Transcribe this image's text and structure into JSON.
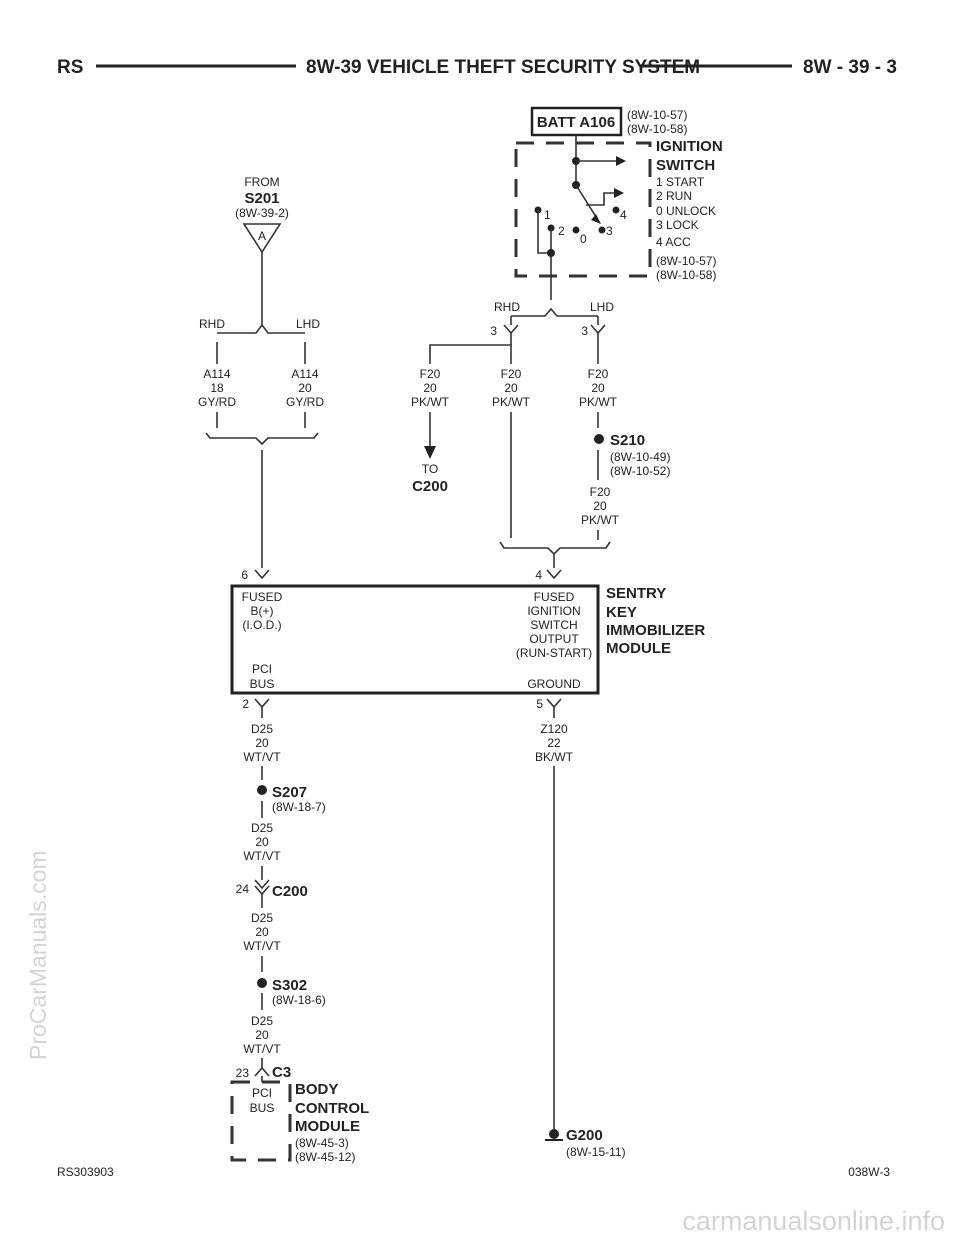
{
  "header": {
    "left": "RS",
    "title": "8W-39 VEHICLE THEFT SECURITY SYSTEM",
    "right": "8W - 39 - 3"
  },
  "footer": {
    "left": "RS303903",
    "right": "038W-3"
  },
  "watermarks": {
    "side": "ProCarManuals.com",
    "bottom": "carmanualsonline.info"
  },
  "s201": {
    "from": "FROM",
    "name": "S201",
    "ref": "(8W-39-2)",
    "tri": "A"
  },
  "left_branch": {
    "rhd": "RHD",
    "lhd": "LHD",
    "w1": [
      "A114",
      "18",
      "GY/RD"
    ],
    "w2": [
      "A114",
      "20",
      "GY/RD"
    ]
  },
  "ignition": {
    "batt": "BATT A106",
    "refs_top": [
      "(8W-10-57)",
      "(8W-10-58)"
    ],
    "title": [
      "IGNITION",
      "SWITCH"
    ],
    "positions": [
      "1 START",
      "2 RUN",
      "0 UNLOCK",
      "3 LOCK",
      "4 ACC"
    ],
    "refs_bottom": [
      "(8W-10-57)",
      "(8W-10-58)"
    ],
    "pos_labels": [
      "1",
      "2",
      "0",
      "3",
      "4"
    ]
  },
  "right_branch": {
    "rhd": "RHD",
    "lhd": "LHD",
    "pin_r": "3",
    "pin_l": "3",
    "w_c200": [
      "F20",
      "20",
      "PK/WT"
    ],
    "w_mid": [
      "F20",
      "20",
      "PK/WT"
    ],
    "w_right": [
      "F20",
      "20",
      "PK/WT"
    ],
    "to": "TO",
    "to_name": "C200",
    "s210": "S210",
    "s210_refs": [
      "(8W-10-49)",
      "(8W-10-52)"
    ],
    "w_after": [
      "F20",
      "20",
      "PK/WT"
    ]
  },
  "module": {
    "pin6": "6",
    "pin4": "4",
    "pin2": "2",
    "pin5": "5",
    "fused_b": [
      "FUSED",
      "B(+)",
      "(I.O.D.)"
    ],
    "fused_ign": [
      "FUSED",
      "IGNITION",
      "SWITCH",
      "OUTPUT",
      "(RUN-START)"
    ],
    "pci": [
      "PCI",
      "BUS"
    ],
    "ground": "GROUND",
    "name": [
      "SENTRY",
      "KEY",
      "IMMOBILIZER",
      "MODULE"
    ]
  },
  "pci_chain": {
    "w1": [
      "D25",
      "20",
      "WT/VT"
    ],
    "s207": "S207",
    "s207_ref": "(8W-18-7)",
    "w2": [
      "D25",
      "20",
      "WT/VT"
    ],
    "c200_pin": "24",
    "c200": "C200",
    "w3": [
      "D25",
      "20",
      "WT/VT"
    ],
    "s302": "S302",
    "s302_ref": "(8W-18-6)",
    "w4": [
      "D25",
      "20",
      "WT/VT"
    ],
    "c3_pin": "23",
    "c3": "C3",
    "bcm_pci": [
      "PCI",
      "BUS"
    ],
    "bcm_name": [
      "BODY",
      "CONTROL",
      "MODULE"
    ],
    "bcm_refs": [
      "(8W-45-3)",
      "(8W-45-12)"
    ]
  },
  "ground_chain": {
    "wire": [
      "Z120",
      "22",
      "BK/WT"
    ],
    "g200": "G200",
    "g200_ref": "(8W-15-11)"
  }
}
